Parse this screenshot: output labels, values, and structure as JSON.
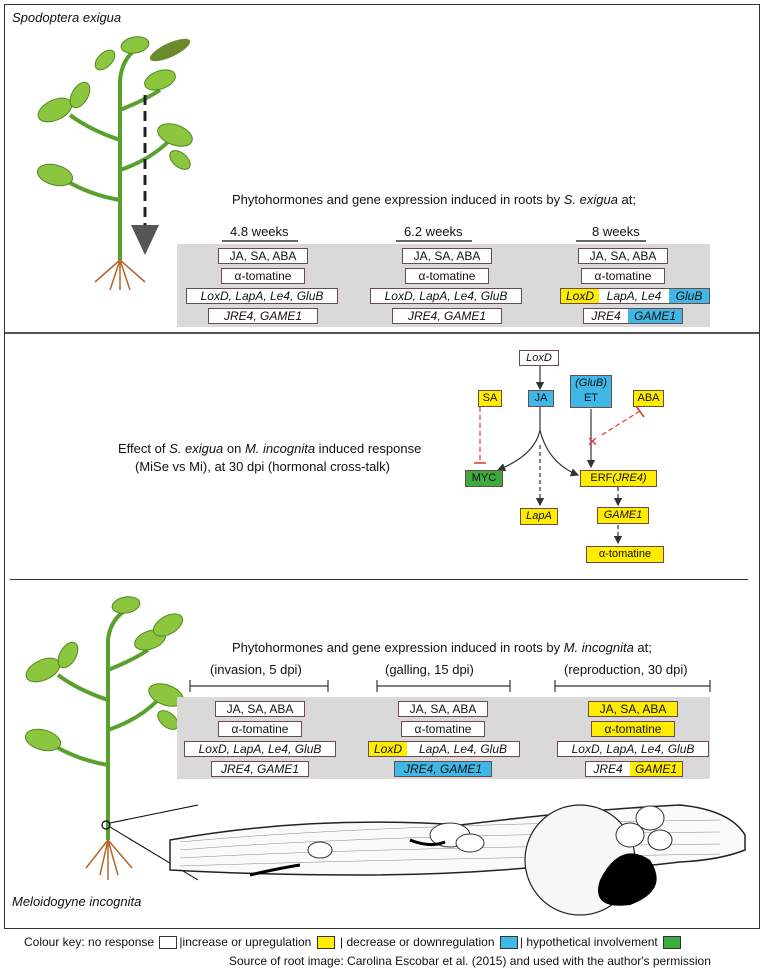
{
  "top": {
    "species": "Spodoptera exigua",
    "heading_pre": "Phytohormones and gene expression induced in roots by ",
    "heading_species": "S. exigua",
    "heading_post": " at;",
    "timepoints": [
      "4.8 weeks",
      "6.2 weeks",
      "8 weeks"
    ],
    "row1": "JA, SA, ABA",
    "row2": "α-tomatine",
    "row3": "LoxD, LapA, Le4, GluB",
    "row4": "JRE4, GAME1",
    "col3_row3_a": "LoxD",
    "col3_row3_b": "LapA, Le4",
    "col3_row3_c": "GluB",
    "col3_row4_a": "JRE4",
    "col3_row4_b": "GAME1"
  },
  "middle": {
    "effect_pre": "Effect of ",
    "effect_sp1": "S. exigua",
    "effect_mid": " on ",
    "effect_sp2": "M. incognita",
    "effect_post": " induced response",
    "effect_line2": "(MiSe vs Mi), at 30 dpi (hormonal cross-talk)",
    "nodes": {
      "loxd": "LoxD",
      "ja": "JA",
      "sa": "SA",
      "glub": "(GluB)",
      "et": "ET",
      "aba": "ABA",
      "myc": "MYC",
      "lapa": "LapA",
      "erf": "ERF",
      "erf_gene": "(JRE4)",
      "game1": "GAME1",
      "tomatine": "α-tomatine"
    }
  },
  "bottom": {
    "heading_pre": "Phytohormones and gene expression induced in roots by ",
    "heading_species": "M. incognita",
    "heading_post": " at;",
    "stages": [
      "(invasion, 5 dpi)",
      "(galling, 15 dpi)",
      "(reproduction, 30 dpi)"
    ],
    "species": "Meloidogyne incognita",
    "row1": "JA, SA, ABA",
    "row2": "α-tomatine",
    "row3": "LoxD, LapA, Le4, GluB",
    "row4": "JRE4, GAME1",
    "col2_row3_a": "LoxD",
    "col2_row3_b": "LapA, Le4, GluB",
    "col3_row4_a": "JRE4",
    "col3_row4_b": "GAME1"
  },
  "key": {
    "prefix": "Colour key: no response",
    "increase": "increase or upregulation",
    "decrease": "decrease or downregulation",
    "hypothetical": "hypothetical involvement",
    "colors": {
      "none": "#ffffff",
      "increase": "#ffec00",
      "decrease": "#3fb8e8",
      "hypothetical": "#3caa3c"
    }
  },
  "source": "Source of root image: Carolina Escobar et al. (2015) and used with the author's permission"
}
